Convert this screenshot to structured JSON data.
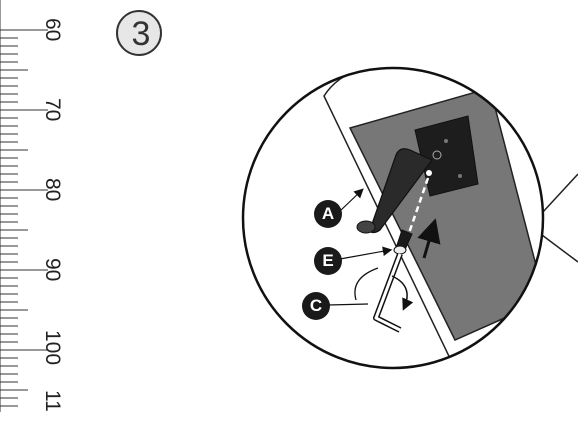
{
  "step": {
    "number": "3"
  },
  "ruler": {
    "labels": [
      "60",
      "70",
      "80",
      "90",
      "100",
      "11"
    ]
  },
  "callouts": {
    "a": "A",
    "e": "E",
    "c": "C"
  }
}
